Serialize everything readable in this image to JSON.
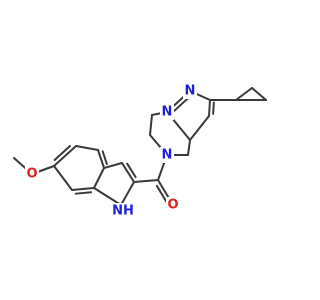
{
  "molecule": {
    "atom_labels": {
      "n_pyrazole_top": "N",
      "n_pyrazole_bridge": "N",
      "n_amide": "N",
      "o_carbonyl": "O",
      "o_methoxy": "O",
      "nh_indole": "NH",
      "h_indole": "H"
    },
    "colors": {
      "bond": "#3a3a3a",
      "nitrogen": "#1f1fe0",
      "oxygen": "#e01f1f"
    }
  }
}
